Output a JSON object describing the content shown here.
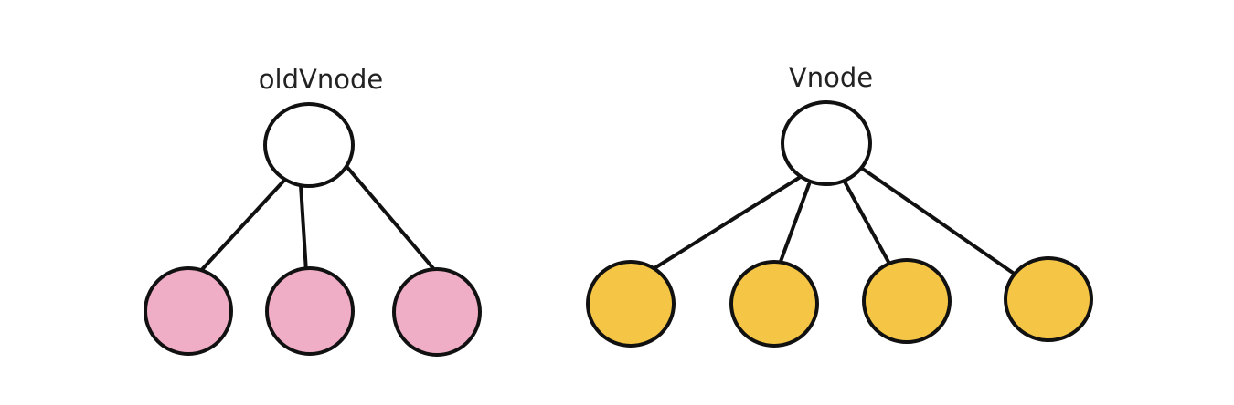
{
  "trees": [
    {
      "label": "oldVnode",
      "root_fill": "#ffffff",
      "child_fill": "#f0aec6",
      "child_count": 3
    },
    {
      "label": "Vnode",
      "root_fill": "#ffffff",
      "child_fill": "#f5c645",
      "child_count": 4
    }
  ]
}
